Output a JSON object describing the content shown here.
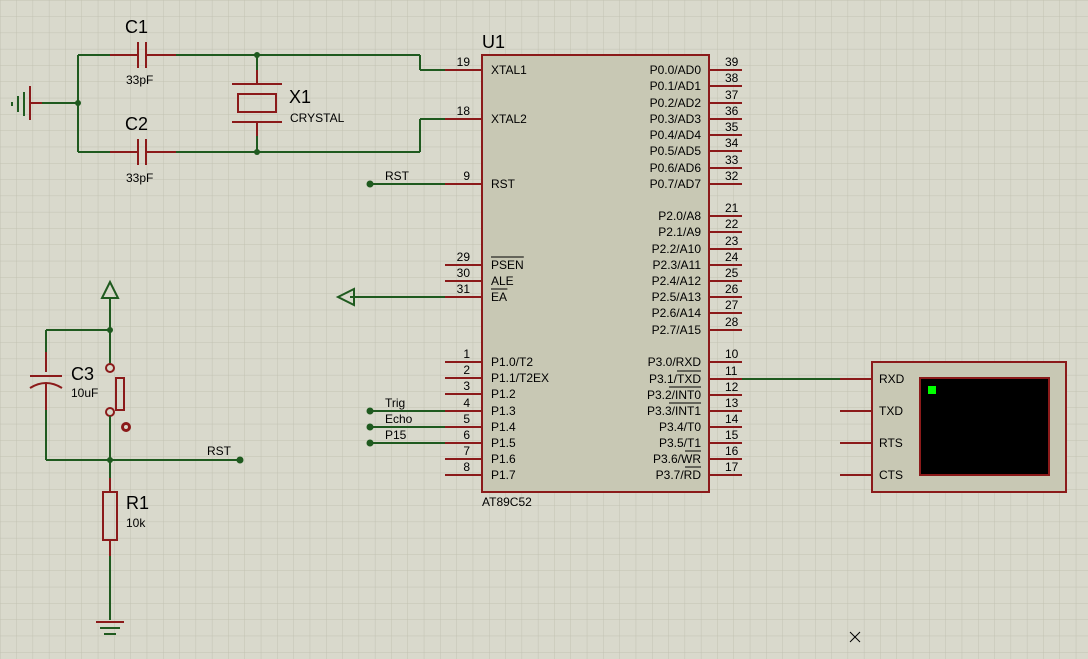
{
  "mcu": {
    "ref": "U1",
    "part": "AT89C52",
    "left_pins": [
      {
        "num": "19",
        "name": "XTAL1"
      },
      {
        "num": "18",
        "name": "XTAL2"
      },
      {
        "num": "9",
        "name": "RST"
      },
      {
        "num": "29",
        "name": "PSEN"
      },
      {
        "num": "30",
        "name": "ALE"
      },
      {
        "num": "31",
        "name": "EA"
      },
      {
        "num": "1",
        "name": "P1.0/T2"
      },
      {
        "num": "2",
        "name": "P1.1/T2EX"
      },
      {
        "num": "3",
        "name": "P1.2"
      },
      {
        "num": "4",
        "name": "P1.3"
      },
      {
        "num": "5",
        "name": "P1.4"
      },
      {
        "num": "6",
        "name": "P1.5"
      },
      {
        "num": "7",
        "name": "P1.6"
      },
      {
        "num": "8",
        "name": "P1.7"
      }
    ],
    "right_pins": [
      {
        "num": "39",
        "name": "P0.0/AD0"
      },
      {
        "num": "38",
        "name": "P0.1/AD1"
      },
      {
        "num": "37",
        "name": "P0.2/AD2"
      },
      {
        "num": "36",
        "name": "P0.3/AD3"
      },
      {
        "num": "35",
        "name": "P0.4/AD4"
      },
      {
        "num": "34",
        "name": "P0.5/AD5"
      },
      {
        "num": "33",
        "name": "P0.6/AD6"
      },
      {
        "num": "32",
        "name": "P0.7/AD7"
      },
      {
        "num": "21",
        "name": "P2.0/A8"
      },
      {
        "num": "22",
        "name": "P2.1/A9"
      },
      {
        "num": "23",
        "name": "P2.2/A10"
      },
      {
        "num": "24",
        "name": "P2.3/A11"
      },
      {
        "num": "25",
        "name": "P2.4/A12"
      },
      {
        "num": "26",
        "name": "P2.5/A13"
      },
      {
        "num": "27",
        "name": "P2.6/A14"
      },
      {
        "num": "28",
        "name": "P2.7/A15"
      },
      {
        "num": "10",
        "name": "P3.0/RXD"
      },
      {
        "num": "11",
        "name": "P3.1/TXD"
      },
      {
        "num": "12",
        "name": "P3.2/INT0"
      },
      {
        "num": "13",
        "name": "P3.3/INT1"
      },
      {
        "num": "14",
        "name": "P3.4/T0"
      },
      {
        "num": "15",
        "name": "P3.5/T1"
      },
      {
        "num": "16",
        "name": "P3.6/WR"
      },
      {
        "num": "17",
        "name": "P3.7/RD"
      }
    ]
  },
  "components": {
    "c1": {
      "ref": "C1",
      "value": "33pF"
    },
    "c2": {
      "ref": "C2",
      "value": "33pF"
    },
    "x1": {
      "ref": "X1",
      "value": "CRYSTAL"
    },
    "c3": {
      "ref": "C3",
      "value": "10uF"
    },
    "r1": {
      "ref": "R1",
      "value": "10k"
    }
  },
  "net_labels": {
    "rst_mcu": "RST",
    "rst_reset": "RST",
    "trig": "Trig",
    "echo": "Echo",
    "p15": "P15"
  },
  "terminal": {
    "pins": [
      "RXD",
      "TXD",
      "RTS",
      "CTS"
    ]
  },
  "colors": {
    "background": "#d9d9cc",
    "grid": "#c4c4b4",
    "component_outline": "#8b1a1a",
    "wire": "#1f5a1f",
    "ic_body": "#c8c8b4",
    "terminal_screen": "#000000",
    "terminal_cursor": "#00ff00"
  }
}
